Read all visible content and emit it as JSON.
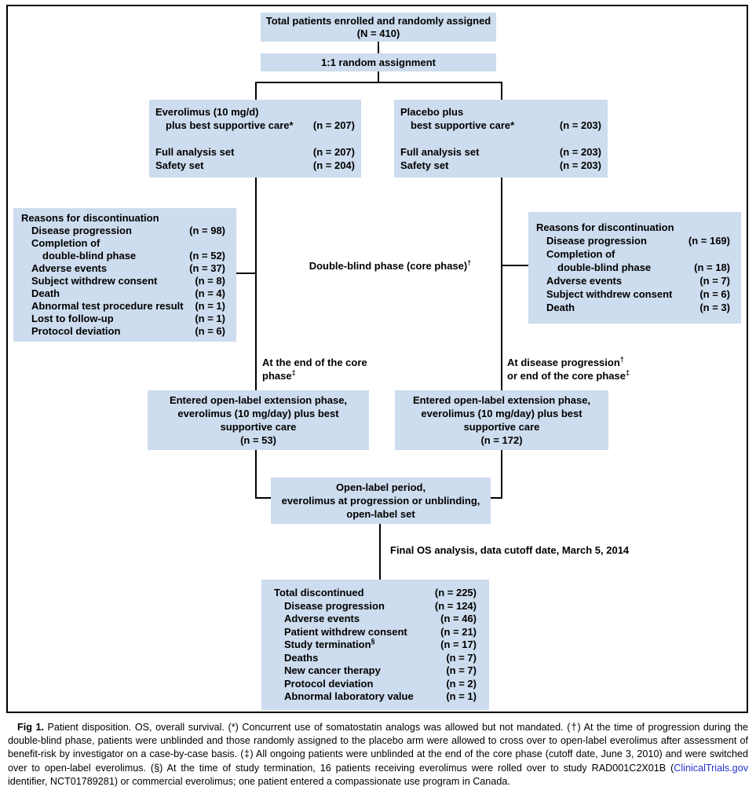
{
  "colors": {
    "box_fill": "#cddcee",
    "line_color": "#000000",
    "link_color": "#2233cc"
  },
  "figure": {
    "top_box": {
      "line1": "Total patients enrolled and randomly assigned",
      "line2": "(N = 410)"
    },
    "random_box": {
      "label": "1:1 random assignment"
    },
    "left_arm": {
      "rows": [
        {
          "left": "Everolimus (10 mg/d)",
          "right": ""
        },
        {
          "left": "plus best supportive care*",
          "right": "(n = 207)"
        },
        {
          "left": "Full analysis set",
          "right": "(n = 207)"
        },
        {
          "left": "Safety set",
          "right": "(n = 204)"
        }
      ]
    },
    "right_arm": {
      "rows": [
        {
          "left": "Placebo plus",
          "right": ""
        },
        {
          "left": "best supportive care*",
          "right": "(n = 203)"
        },
        {
          "left": "Full analysis set",
          "right": "(n = 203)"
        },
        {
          "left": "Safety set",
          "right": "(n = 203)"
        }
      ]
    },
    "left_disc": {
      "title": "Reasons for discontinuation",
      "rows": [
        {
          "left": "Disease progression",
          "right": "(n = 98)"
        },
        {
          "left": "Completion of",
          "right": ""
        },
        {
          "left": "double-blind phase",
          "right": "(n = 52)"
        },
        {
          "left": "Adverse events",
          "right": "(n = 37)"
        },
        {
          "left": "Subject withdrew consent",
          "right": "(n = 8)"
        },
        {
          "left": "Death",
          "right": "(n = 4)"
        },
        {
          "left": "Abnormal test procedure result",
          "right": "(n = 1)"
        },
        {
          "left": "Lost to follow-up",
          "right": "(n = 1)"
        },
        {
          "left": "Protocol deviation",
          "right": "(n = 6)"
        }
      ]
    },
    "right_disc": {
      "title": "Reasons for discontinuation",
      "rows": [
        {
          "left": "Disease progression",
          "right": "(n = 169)"
        },
        {
          "left": "Completion of",
          "right": ""
        },
        {
          "left": "double-blind phase",
          "right": "(n = 18)"
        },
        {
          "left": "Adverse events",
          "right": "(n = 7)"
        },
        {
          "left": "Subject withdrew consent",
          "right": "(n = 6)"
        },
        {
          "left": "Death",
          "right": "(n = 3)"
        }
      ]
    },
    "center_label": {
      "text": "Double-blind phase (core phase)",
      "sup": "†"
    },
    "left_branch_label": {
      "line1": "At the end of the core",
      "line2": "phase",
      "line2_sup": "‡"
    },
    "right_branch_label": {
      "line1": "At disease progression",
      "line1_sup": "†",
      "line2": "or end of the core phase",
      "line2_sup": "‡"
    },
    "open_left": {
      "line1": "Entered open-label extension phase,",
      "line2": "everolimus (10 mg/day) plus best",
      "line3": "supportive care",
      "line4": "(n = 53)"
    },
    "open_right": {
      "line1": "Entered open-label extension phase,",
      "line2": "everolimus (10 mg/day) plus best",
      "line3": "supportive care",
      "line4": "(n = 172)"
    },
    "open_period": {
      "line1": "Open-label period,",
      "line2": "everolimus at progression or unblinding,",
      "line3": "open-label set"
    },
    "final_os_label": "Final OS analysis, data cutoff date, March 5, 2014",
    "final_box": {
      "rows": [
        {
          "left": "Total discontinued",
          "sup": "",
          "right": "(n = 225)"
        },
        {
          "left": "Disease progression",
          "sup": "",
          "right": "(n = 124)"
        },
        {
          "left": "Adverse events",
          "sup": "",
          "right": "(n = 46)"
        },
        {
          "left": "Patient withdrew consent",
          "sup": "",
          "right": "(n = 21)"
        },
        {
          "left": "Study termination",
          "sup": "§",
          "right": "(n = 17)"
        },
        {
          "left": "Deaths",
          "sup": "",
          "right": "(n = 7)"
        },
        {
          "left": "New cancer therapy",
          "sup": "",
          "right": "(n = 7)"
        },
        {
          "left": "Protocol deviation",
          "sup": "",
          "right": "(n = 2)"
        },
        {
          "left": "Abnormal laboratory value",
          "sup": "",
          "right": "(n = 1)"
        }
      ]
    }
  },
  "caption": {
    "fig_label": "Fig 1.",
    "before_link": " Patient disposition. OS, overall survival. (*) Concurrent use of somatostatin analogs was allowed but not mandated. (†) At the time of progression during the double-blind phase, patients were unblinded and those randomly assigned to the placebo arm were allowed to cross over to open-label everolimus after assessment of benefit-risk by investigator on a case-by-case basis. (‡) All ongoing patients were unblinded at the end of the core phase (cutoff date, June 3, 2010) and were switched over to open-label everolimus. (§) At the time of study termination, 16 patients receiving everolimus were rolled over to study RAD001C2X01B (",
    "link_text": "ClinicalTrials.gov",
    "after_link": " identifier, NCT01789281) or commercial everolimus; one patient entered a compassionate use program in Canada."
  }
}
